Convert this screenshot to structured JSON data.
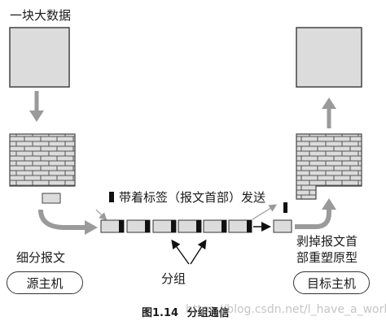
{
  "labels": {
    "big_data": "一块大数据",
    "tagged_sent": "带着标签（报文首部）发送",
    "split_message": "细分报文",
    "source_host": "源主机",
    "packets": "分组",
    "strip_header_1": "剥掉报文首",
    "strip_header_2": "部重塑原型",
    "target_host": "目标主机"
  },
  "caption": {
    "figure_number": "图1.14",
    "figure_title": "分组通信"
  },
  "watermark": "https://blog.csdn.net/l_have_a_world",
  "colors": {
    "block_fill": "#dcdcdc",
    "block_border": "#444444",
    "arrow_gray": "#9a9a9a",
    "packet_tag": "#111111"
  }
}
